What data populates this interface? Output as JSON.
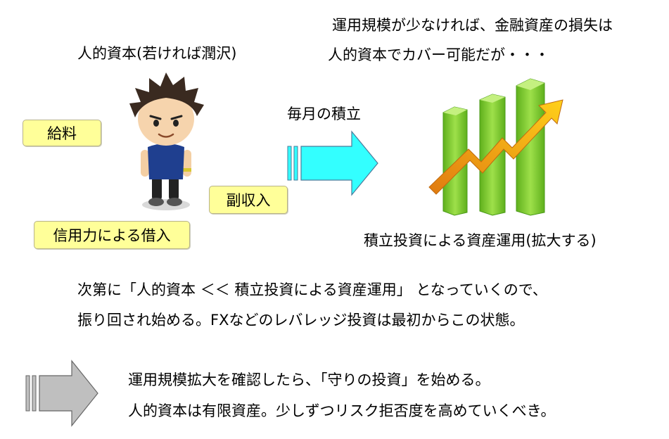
{
  "top_right_note": {
    "line1": "運用規模が少なければ、金融資産の損失は",
    "line2": "人的資本でカバー可能だが・・・"
  },
  "human_capital_label": "人的資本(若ければ潤沢)",
  "income_boxes": {
    "salary": "給料",
    "side_income": "副収入",
    "credit_loan": "信用力による借入"
  },
  "monthly_saving_label": "毎月の積立",
  "growth_caption": "積立投資による資産運用(拡大する)",
  "middle_note": {
    "line1": "次第に「人的資本 ＜＜ 積立投資による資産運用」 となっていくので、",
    "line2": "振り回され始める。FXなどのレバレッジ投資は最初からこの状態。"
  },
  "bottom_note": {
    "line1": "運用規模拡大を確認したら、「守りの投資」を始める。",
    "line2": "人的資本は有限資産。少しずつリスク拒否度を高めていくべき。"
  },
  "icons": {
    "person": "boy-figure-icon",
    "cyan_arrow": "right-arrow-icon",
    "gray_arrow": "right-arrow-icon",
    "growth_chart": "growth-chart-icon"
  },
  "colors": {
    "box_fill": "#ffff99",
    "cyan_arrow": "#33ffff",
    "gray_arrow": "#bfbfbf",
    "bar_green": "#7dcc2a",
    "trend_arrow": "#f4a21a"
  }
}
